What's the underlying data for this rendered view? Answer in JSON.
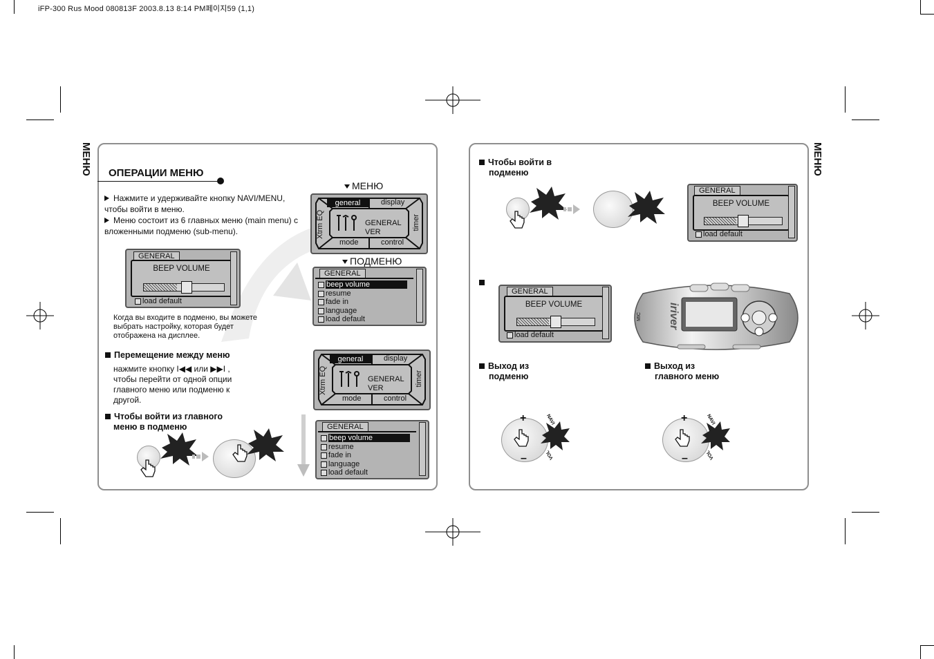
{
  "header": {
    "text": "iFP-300 Rus Mood 080813F  2003.8.13 8:14 PM페이지59 (1,1)"
  },
  "side_labels": {
    "left": "МЕНЮ",
    "right": "МЕНЮ"
  },
  "left": {
    "title": "ОПЕРАЦИИ МЕНЮ",
    "bullets": [
      "Нажмите и удерживайте кнопку NAVI/MENU, чтобы войти в меню.",
      "Меню состоит из 6 главных меню (main menu) с вложенными подменю (sub-menu)."
    ],
    "note": "Когда вы входите в подменю, вы можете выбрать настройку, которая будет отображена на дисплее.",
    "section_move": {
      "heading": "Перемещение между меню",
      "text": "нажмите  кнопку I◀◀ или ▶▶I , чтобы перейти от одной опции главного меню или подменю к другой."
    },
    "section_enter": {
      "heading_line1": "Чтобы войти из главного",
      "heading_line2": "меню в подменю"
    },
    "label_menu": "МЕНЮ",
    "label_submenu": "ПОДМЕНЮ"
  },
  "right": {
    "section_enter": {
      "line1": "Чтобы войти в",
      "line2": "подменю"
    },
    "exit_sub": {
      "line1": "Выход из",
      "line2": "подменю"
    },
    "exit_main": {
      "line1": "Выход из",
      "line2": "главного меню"
    }
  },
  "lcd_general": {
    "tab": "GENERAL",
    "title": "BEEP  VOLUME",
    "footer": "load default",
    "level_percent": 40
  },
  "lcd_mainmenu": {
    "tabs": [
      "general",
      "display"
    ],
    "bottom": [
      "mode",
      "control"
    ],
    "left_side": "Xtrm EQ",
    "right_side": "timer",
    "center_line1": "GENERAL",
    "center_line2": "VER"
  },
  "lcd_list": {
    "tab": "GENERAL",
    "items": [
      "beep volume",
      "resume",
      "fade in",
      "language",
      "load default"
    ],
    "selected_index": 0
  },
  "device": {
    "brand": "iriver",
    "mic": "MIC"
  },
  "button_labels": {
    "navi": "NAVI",
    "vol": "VOL"
  },
  "colors": {
    "panel_border": "#8e8e8e",
    "lcd_bg": "#b4b4b4",
    "accent": "#111111"
  }
}
